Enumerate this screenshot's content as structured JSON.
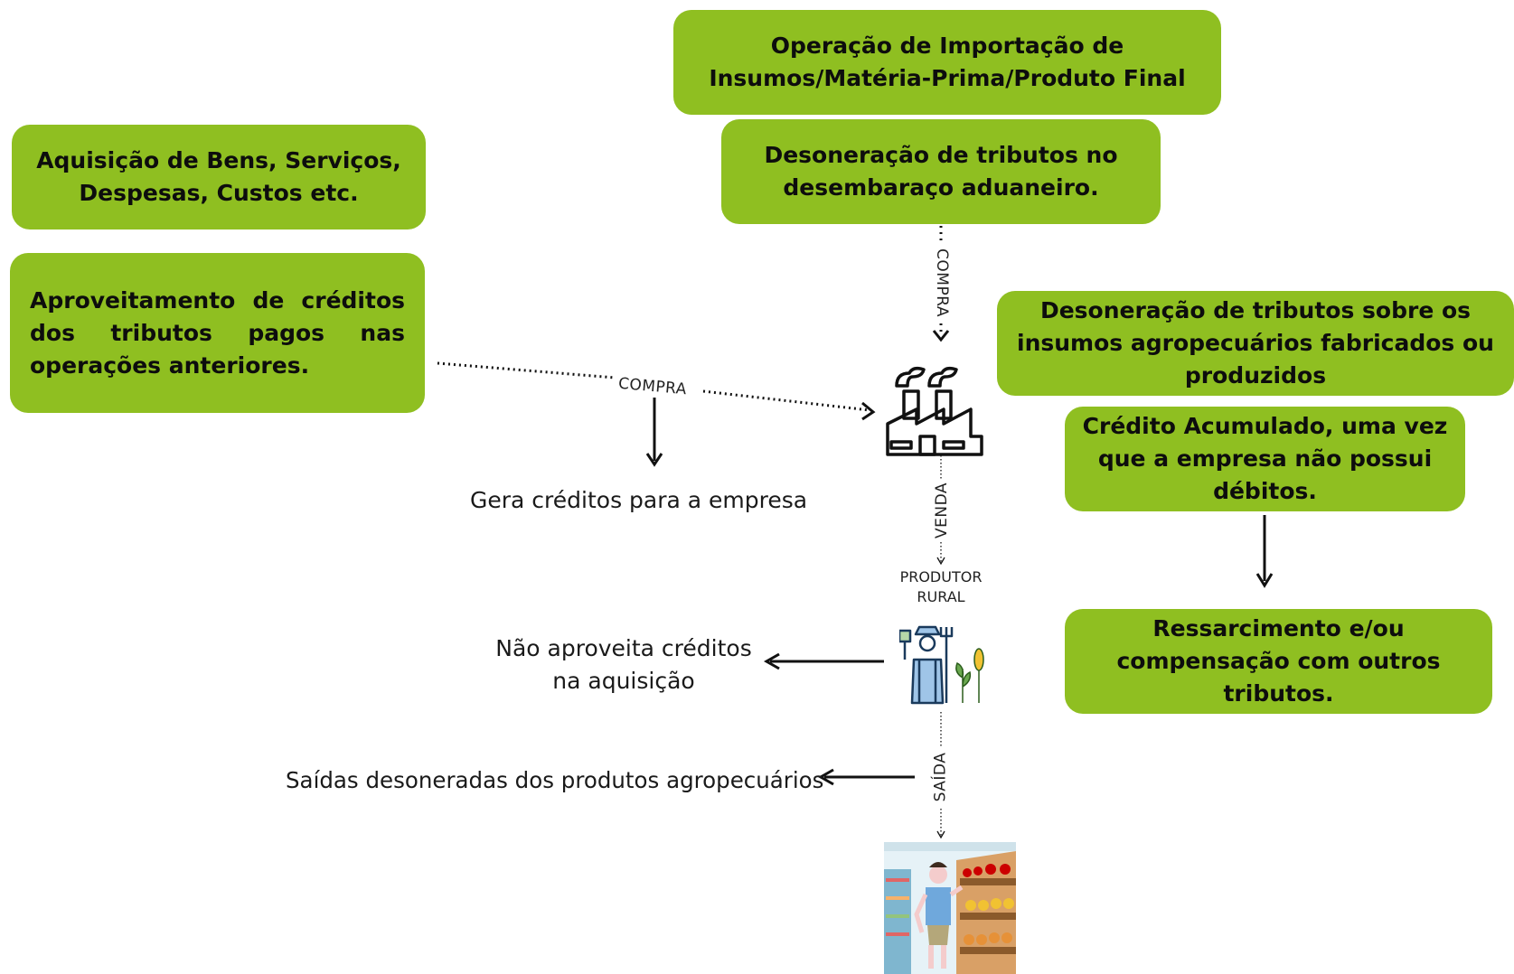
{
  "boxes": {
    "import_op": "Operação de Importação de Insumos/Matéria-Prima/Produto Final",
    "import_desoneracao": "Desoneração de tributos no desembaraço aduaneiro.",
    "aquisicao": "Aquisição de Bens, Serviços, Despesas, Custos etc.",
    "aproveitamento": "Aproveitamento de créditos dos tributos pagos nas operações anteriores.",
    "desoneracao_insumos": "Desoneração de tributos sobre os insumos agropecuários fabricados ou produzidos",
    "credito_acumulado": "Crédito Acumulado, uma vez que a empresa não possui débitos.",
    "ressarcimento": "Ressarcimento e/ou compensação com outros tributos."
  },
  "texts": {
    "gera_creditos": "Gera créditos para a empresa",
    "nao_aproveita_1": "Não aproveita créditos",
    "nao_aproveita_2": "na aquisição",
    "saidas": "Saídas desoneradas dos produtos agropecuários",
    "produtor_1": "PRODUTOR",
    "produtor_2": "RURAL"
  },
  "flow_labels": {
    "compra_vertical": "COMPRA",
    "compra_horizontal": "COMPRA",
    "venda": "VENDA",
    "saida": "SAÍDA"
  },
  "colors": {
    "box_green": "#8fbf21"
  },
  "icons": [
    "factory-icon",
    "farmer-icon",
    "supermarket-shopper-icon"
  ]
}
